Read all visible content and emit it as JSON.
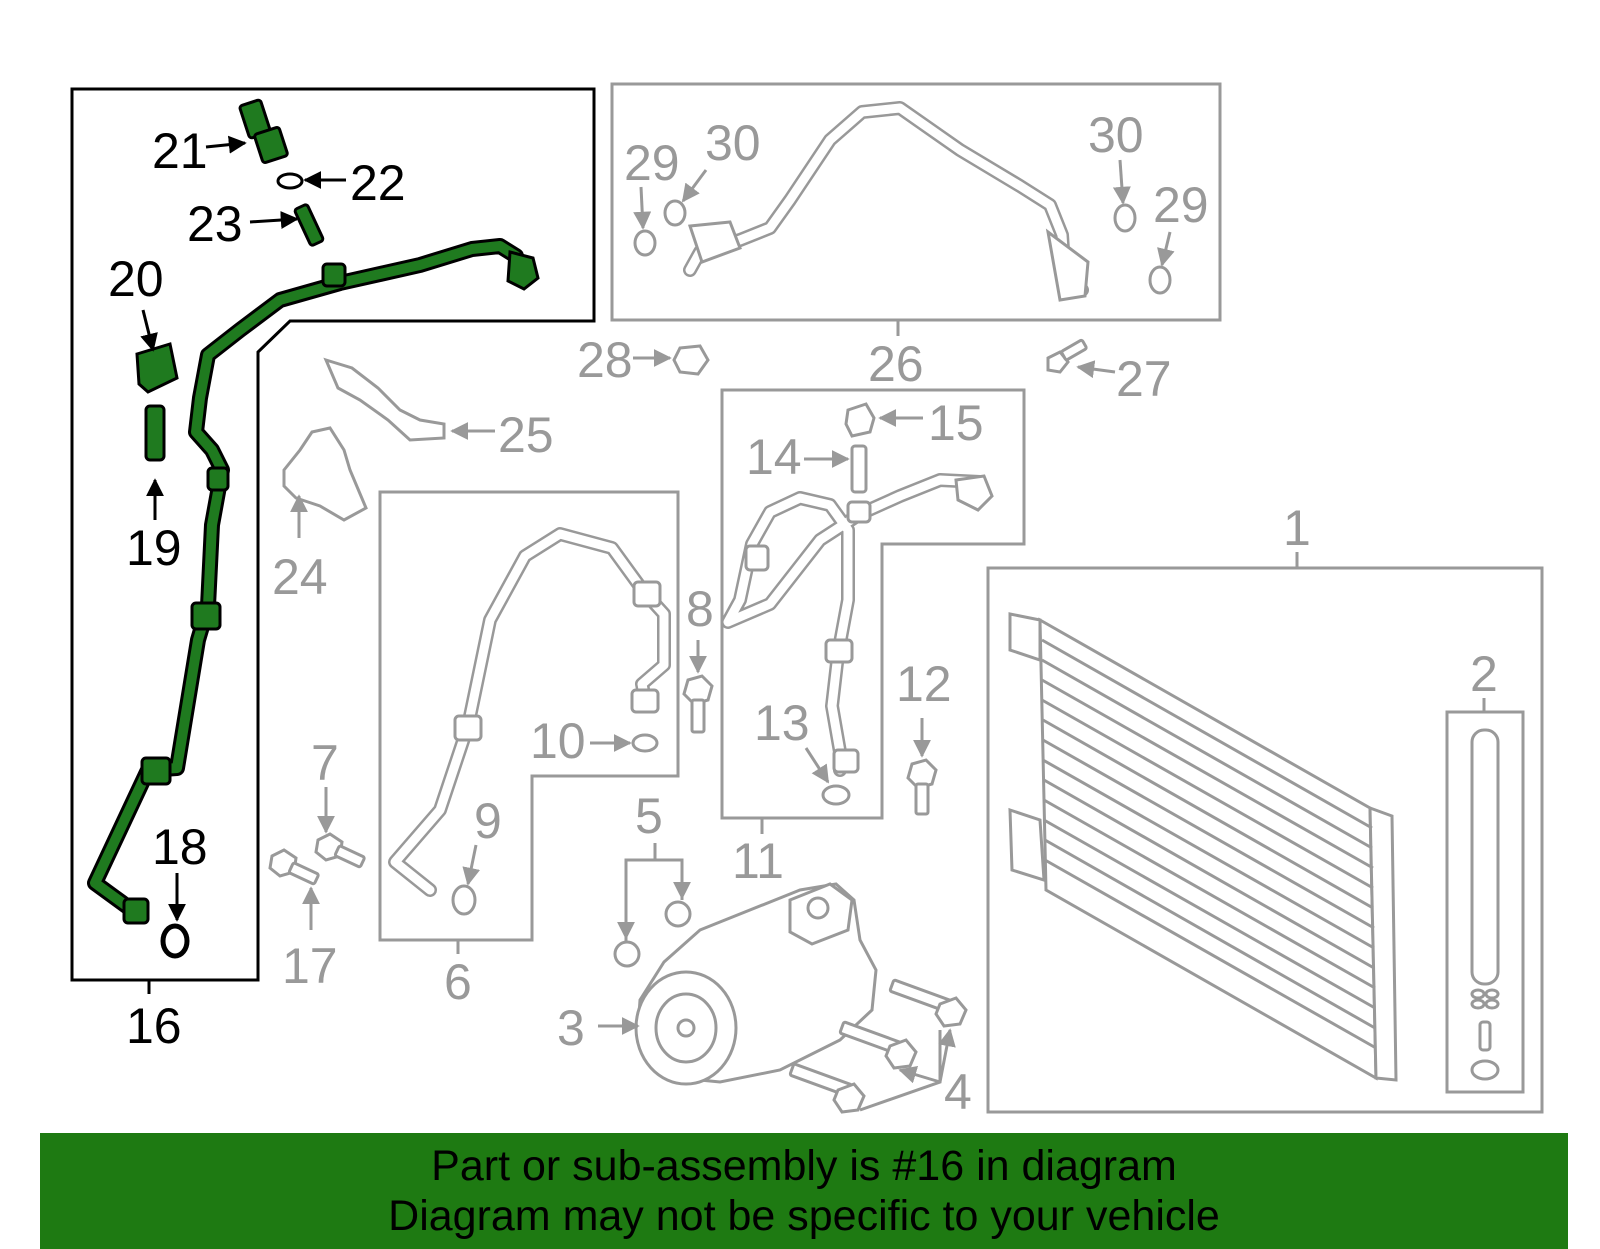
{
  "labels": {
    "n1": "1",
    "n2": "2",
    "n3": "3",
    "n4": "4",
    "n5": "5",
    "n6": "6",
    "n7": "7",
    "n8": "8",
    "n9": "9",
    "n10": "10",
    "n11": "11",
    "n12": "12",
    "n13": "13",
    "n14": "14",
    "n15": "15",
    "n16": "16",
    "n17": "17",
    "n18": "18",
    "n19": "19",
    "n20": "20",
    "n21": "21",
    "n22": "22",
    "n23": "23",
    "n24": "24",
    "n25": "25",
    "n26": "26",
    "n27": "27",
    "n28": "28",
    "n29": "29",
    "n30": "30"
  },
  "banner": {
    "line1": "Part or sub-assembly is #16 in diagram",
    "line2": "Diagram may not be specific to your vehicle"
  },
  "colors": {
    "highlight": "#1e7a12",
    "dimmed": "#999999",
    "ink": "#000000"
  }
}
